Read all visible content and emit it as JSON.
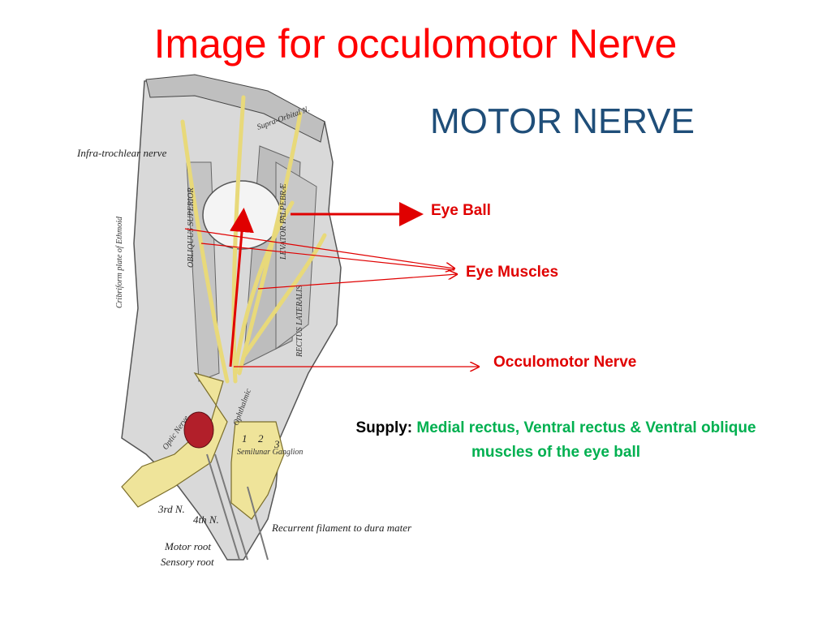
{
  "slide": {
    "title": "Image for occulomotor Nerve",
    "subtitle": "MOTOR NERVE"
  },
  "labels": {
    "eye_ball": "Eye Ball",
    "eye_muscles": "Eye Muscles",
    "occulomotor_nerve": "Occulomotor Nerve"
  },
  "supply": {
    "heading": "Supply:",
    "text": "Medial rectus, Ventral rectus & Ventral oblique muscles of the eye ball"
  },
  "illustration_labels": {
    "infratrochlear": "Infra-trochlear nerve",
    "cribriform": "Cribriform plate of Ethmoid",
    "supra_orbital": "Supra-Orbital N.",
    "obliquus": "OBLIQUUS SUPERIOR",
    "levator": "LEVATOR PALPEBRÆ",
    "rectus_lateralis": "RECTUS LATERALIS",
    "optic_nerve": "Optic Nerve",
    "ophthalmic": "Ophthalmic",
    "semilunar": "Semilunar Ganglion",
    "third_n": "3rd N.",
    "fourth_n": "4th N.",
    "motor_root": "Motor root",
    "sensory_root": "Sensory root",
    "recurrent": "Recurrent filament to dura mater",
    "num_1": "1",
    "num_2": "2",
    "num_3": "3"
  },
  "colors": {
    "title": "#ff0000",
    "subtitle": "#1f4e79",
    "label": "#e00000",
    "supply_heading": "#000000",
    "supply_text": "#00b050",
    "nerve": "#e8d97a",
    "arrow": "#e00000"
  },
  "icons": {
    "anatomy": "eye-orbit-anatomy-illustration"
  }
}
